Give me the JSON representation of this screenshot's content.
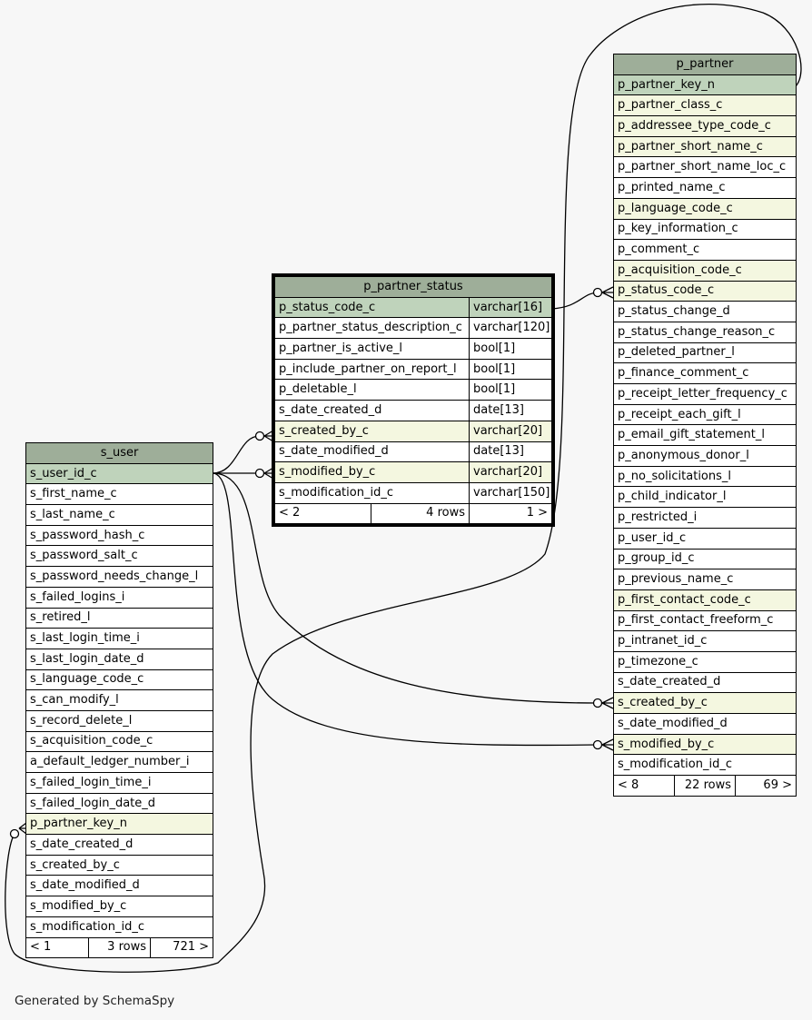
{
  "tables": {
    "p_partner_status": {
      "name": "p_partner_status",
      "columns": [
        {
          "name": "p_status_code_c",
          "type": "varchar[16]",
          "kind": "pk"
        },
        {
          "name": "p_partner_status_description_c",
          "type": "varchar[120]",
          "kind": ""
        },
        {
          "name": "p_partner_is_active_l",
          "type": "bool[1]",
          "kind": ""
        },
        {
          "name": "p_include_partner_on_report_l",
          "type": "bool[1]",
          "kind": ""
        },
        {
          "name": "p_deletable_l",
          "type": "bool[1]",
          "kind": ""
        },
        {
          "name": "s_date_created_d",
          "type": "date[13]",
          "kind": ""
        },
        {
          "name": "s_created_by_c",
          "type": "varchar[20]",
          "kind": "fk"
        },
        {
          "name": "s_date_modified_d",
          "type": "date[13]",
          "kind": ""
        },
        {
          "name": "s_modified_by_c",
          "type": "varchar[20]",
          "kind": "fk"
        },
        {
          "name": "s_modification_id_c",
          "type": "varchar[150]",
          "kind": ""
        }
      ],
      "footer": {
        "parents": "< 2",
        "rows": "4 rows",
        "children": "1 >"
      }
    },
    "s_user": {
      "name": "s_user",
      "columns": [
        {
          "name": "s_user_id_c",
          "kind": "pk"
        },
        {
          "name": "s_first_name_c",
          "kind": ""
        },
        {
          "name": "s_last_name_c",
          "kind": ""
        },
        {
          "name": "s_password_hash_c",
          "kind": ""
        },
        {
          "name": "s_password_salt_c",
          "kind": ""
        },
        {
          "name": "s_password_needs_change_l",
          "kind": ""
        },
        {
          "name": "s_failed_logins_i",
          "kind": ""
        },
        {
          "name": "s_retired_l",
          "kind": ""
        },
        {
          "name": "s_last_login_time_i",
          "kind": ""
        },
        {
          "name": "s_last_login_date_d",
          "kind": ""
        },
        {
          "name": "s_language_code_c",
          "kind": ""
        },
        {
          "name": "s_can_modify_l",
          "kind": ""
        },
        {
          "name": "s_record_delete_l",
          "kind": ""
        },
        {
          "name": "s_acquisition_code_c",
          "kind": ""
        },
        {
          "name": "a_default_ledger_number_i",
          "kind": ""
        },
        {
          "name": "s_failed_login_time_i",
          "kind": ""
        },
        {
          "name": "s_failed_login_date_d",
          "kind": ""
        },
        {
          "name": "p_partner_key_n",
          "kind": "fk"
        },
        {
          "name": "s_date_created_d",
          "kind": ""
        },
        {
          "name": "s_created_by_c",
          "kind": ""
        },
        {
          "name": "s_date_modified_d",
          "kind": ""
        },
        {
          "name": "s_modified_by_c",
          "kind": ""
        },
        {
          "name": "s_modification_id_c",
          "kind": ""
        }
      ],
      "footer": {
        "parents": "< 1",
        "rows": "3 rows",
        "children": "721 >"
      }
    },
    "p_partner": {
      "name": "p_partner",
      "columns": [
        {
          "name": "p_partner_key_n",
          "kind": "pk"
        },
        {
          "name": "p_partner_class_c",
          "kind": "fk"
        },
        {
          "name": "p_addressee_type_code_c",
          "kind": "fk"
        },
        {
          "name": "p_partner_short_name_c",
          "kind": "fk"
        },
        {
          "name": "p_partner_short_name_loc_c",
          "kind": ""
        },
        {
          "name": "p_printed_name_c",
          "kind": ""
        },
        {
          "name": "p_language_code_c",
          "kind": "fk"
        },
        {
          "name": "p_key_information_c",
          "kind": ""
        },
        {
          "name": "p_comment_c",
          "kind": ""
        },
        {
          "name": "p_acquisition_code_c",
          "kind": "fk"
        },
        {
          "name": "p_status_code_c",
          "kind": "fk"
        },
        {
          "name": "p_status_change_d",
          "kind": ""
        },
        {
          "name": "p_status_change_reason_c",
          "kind": ""
        },
        {
          "name": "p_deleted_partner_l",
          "kind": ""
        },
        {
          "name": "p_finance_comment_c",
          "kind": ""
        },
        {
          "name": "p_receipt_letter_frequency_c",
          "kind": ""
        },
        {
          "name": "p_receipt_each_gift_l",
          "kind": ""
        },
        {
          "name": "p_email_gift_statement_l",
          "kind": ""
        },
        {
          "name": "p_anonymous_donor_l",
          "kind": ""
        },
        {
          "name": "p_no_solicitations_l",
          "kind": ""
        },
        {
          "name": "p_child_indicator_l",
          "kind": ""
        },
        {
          "name": "p_restricted_i",
          "kind": ""
        },
        {
          "name": "p_user_id_c",
          "kind": ""
        },
        {
          "name": "p_group_id_c",
          "kind": ""
        },
        {
          "name": "p_previous_name_c",
          "kind": ""
        },
        {
          "name": "p_first_contact_code_c",
          "kind": "fk"
        },
        {
          "name": "p_first_contact_freeform_c",
          "kind": ""
        },
        {
          "name": "p_intranet_id_c",
          "kind": ""
        },
        {
          "name": "p_timezone_c",
          "kind": ""
        },
        {
          "name": "s_date_created_d",
          "kind": ""
        },
        {
          "name": "s_created_by_c",
          "kind": "fk"
        },
        {
          "name": "s_date_modified_d",
          "kind": ""
        },
        {
          "name": "s_modified_by_c",
          "kind": "fk"
        },
        {
          "name": "s_modification_id_c",
          "kind": ""
        }
      ],
      "footer": {
        "parents": "< 8",
        "rows": "22 rows",
        "children": "69 >"
      }
    }
  },
  "footer_text": "Generated by SchemaSpy"
}
